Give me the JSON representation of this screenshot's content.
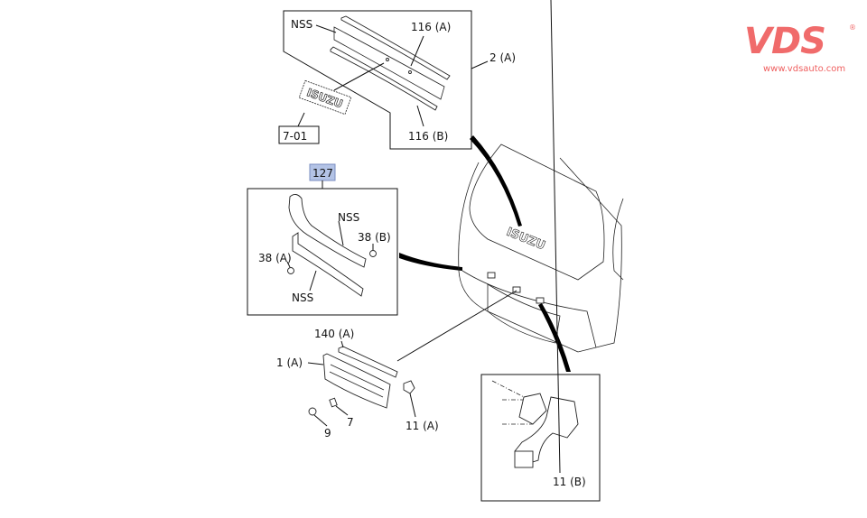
{
  "watermark": {
    "brand": "VDS",
    "registered_mark": "®",
    "url": "www.vdsauto.com",
    "color": "#f06b6b"
  },
  "callouts": {
    "top_panel": {
      "nss": "NSS",
      "p116a": "116 (A)",
      "p116b": "116 (B)",
      "p2a": "2 (A)",
      "ref701": "7-01",
      "emblem": "ISUZU"
    },
    "garnish_panel": {
      "ref127": "127",
      "ref127_highlight": "#b3c3e6",
      "nss_upper": "NSS",
      "nss_lower": "NSS",
      "p38a": "38 (A)",
      "p38b": "38 (B)"
    },
    "grille": {
      "p140a": "140 (A)",
      "p1a": "1 (A)",
      "p7": "7",
      "p9": "9",
      "p11a": "11 (A)"
    },
    "clip_detail": {
      "p11b": "11 (B)"
    },
    "vehicle": {
      "emblem": "ISUZU"
    }
  }
}
